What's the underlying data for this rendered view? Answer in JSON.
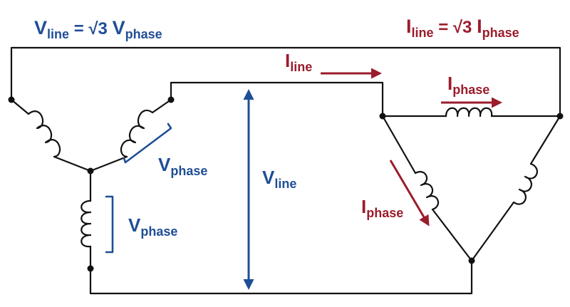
{
  "formulas": {
    "voltage": {
      "main": "V",
      "sub1": "line",
      "eq": " = √3 ",
      "main2": "V",
      "sub2": "phase"
    },
    "current": {
      "main": "I",
      "sub1": "line",
      "eq": " = √3 ",
      "main2": "I",
      "sub2": "phase"
    }
  },
  "labels": {
    "v_phase_upper": {
      "main": "V",
      "sub": "phase"
    },
    "v_phase_lower": {
      "main": "V",
      "sub": "phase"
    },
    "v_line": {
      "main": "V",
      "sub": "line"
    },
    "i_line": {
      "main": "I",
      "sub": "line"
    },
    "i_phase_top": {
      "main": "I",
      "sub": "phase"
    },
    "i_phase_left": {
      "main": "I",
      "sub": "phase"
    }
  },
  "colors": {
    "voltage": "#1f4e96",
    "current": "#9b1c2c",
    "wire": "#111111"
  }
}
